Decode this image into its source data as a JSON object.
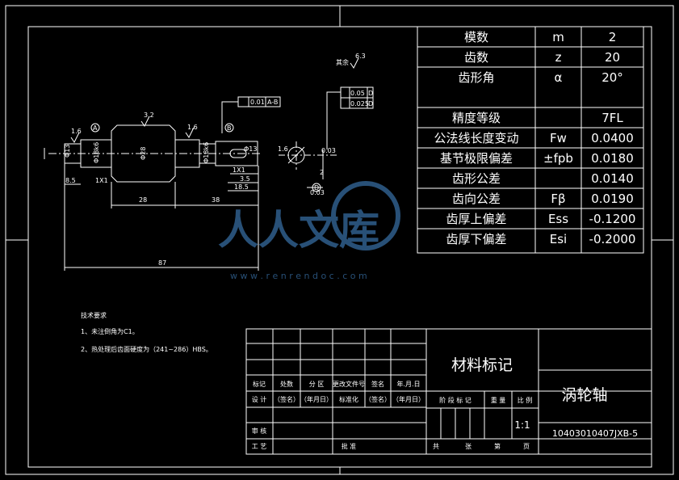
{
  "params": [
    {
      "name": "模数",
      "symbol": "m",
      "value": "2"
    },
    {
      "name": "齿数",
      "symbol": "z",
      "value": "20"
    },
    {
      "name": "齿形角",
      "symbol": "α",
      "value": "20°"
    },
    {
      "name": "精度等级",
      "symbol": "",
      "value": "7FL"
    },
    {
      "name": "公法线长度变动",
      "symbol": "Fw",
      "value": "0.0400"
    },
    {
      "name": "基节极限偏差",
      "symbol": "±fpb",
      "value": "0.0180"
    },
    {
      "name": "齿形公差",
      "symbol": "",
      "value": "0.0140"
    },
    {
      "name": "齿向公差",
      "symbol": "Fβ",
      "value": "0.0190"
    },
    {
      "name": "齿厚上偏差",
      "symbol": "Ess",
      "value": "-0.1200"
    },
    {
      "name": "齿厚下偏差",
      "symbol": "Esi",
      "value": "-0.2000"
    }
  ],
  "drawing": {
    "dims": {
      "d_left": "Φ13",
      "d_bearing1": "Φ18k6",
      "d_gear": "Φ28",
      "d_bearing2": "Φ18k6",
      "d_right": "Φ13",
      "l_chamfer_left": "1X1",
      "l_left": "8.5",
      "l_gear": "28",
      "l_right": "38",
      "l_total": "87",
      "l_key": "18.5",
      "l_key_step": "3.5",
      "l_chamfer_right": "1X1",
      "key_width": "0.03",
      "key_depth": "2",
      "key_offset": "0.03"
    },
    "tolerances": {
      "runout": "0.01",
      "runout_datum": "A-B",
      "tol1": "0.05",
      "tol1_datum": "D",
      "tol2": "0.025",
      "tol2_datum": "D"
    },
    "roughness": {
      "rest_label": "其余",
      "rest_value": "6.3",
      "r1": "3.2",
      "r2": "1.6",
      "r3": "1.6",
      "r4": "1.6"
    },
    "datums": {
      "a": "A",
      "b": "B",
      "d": "D"
    }
  },
  "notes": {
    "title": "技术要求",
    "items": [
      "1、未注倒角为C1。",
      "2、热处理后齿面硬度为（241~286）HBS。"
    ]
  },
  "title_block": {
    "material": "材料标记",
    "part_name": "涡轮轴",
    "drawing_no": "10403010407JXB-5",
    "scale": "1:1",
    "headers": [
      "标记",
      "处数",
      "分 区",
      "更改文件号",
      "签名",
      "年.月.日"
    ],
    "row_design": [
      "设 计",
      "（签名）",
      "（年月日）",
      "标准化",
      "（签名）",
      "（年月日）"
    ],
    "stage_labels": [
      "阶 段 标 记",
      "重 量",
      "比 例"
    ],
    "review": "审 核",
    "process": "工 艺",
    "approve": "批 准",
    "sheet": [
      "共",
      "张",
      "第",
      "页"
    ]
  },
  "watermark": {
    "text": "人人文库",
    "url": "w w w . r e n r e n d o c . c o m"
  }
}
